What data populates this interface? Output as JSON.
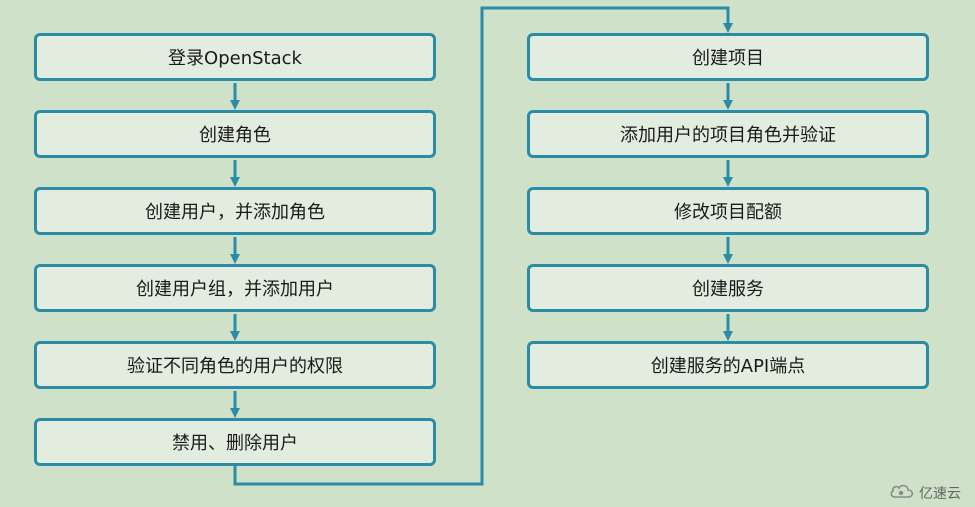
{
  "left_steps": [
    "登录OpenStack",
    "创建角色",
    "创建用户，并添加角色",
    "创建用户组，并添加用户",
    "验证不同角色的用户的权限",
    "禁用、删除用户"
  ],
  "right_steps": [
    "创建项目",
    "添加用户的项目角色并验证",
    "修改项目配额",
    "创建服务",
    "创建服务的API端点"
  ],
  "watermark": {
    "text": "亿速云",
    "icon": "cloud-logo-icon"
  },
  "colors": {
    "background": "#cfe2c9",
    "box_fill": "#e3eddf",
    "border": "#2a8ca6"
  }
}
